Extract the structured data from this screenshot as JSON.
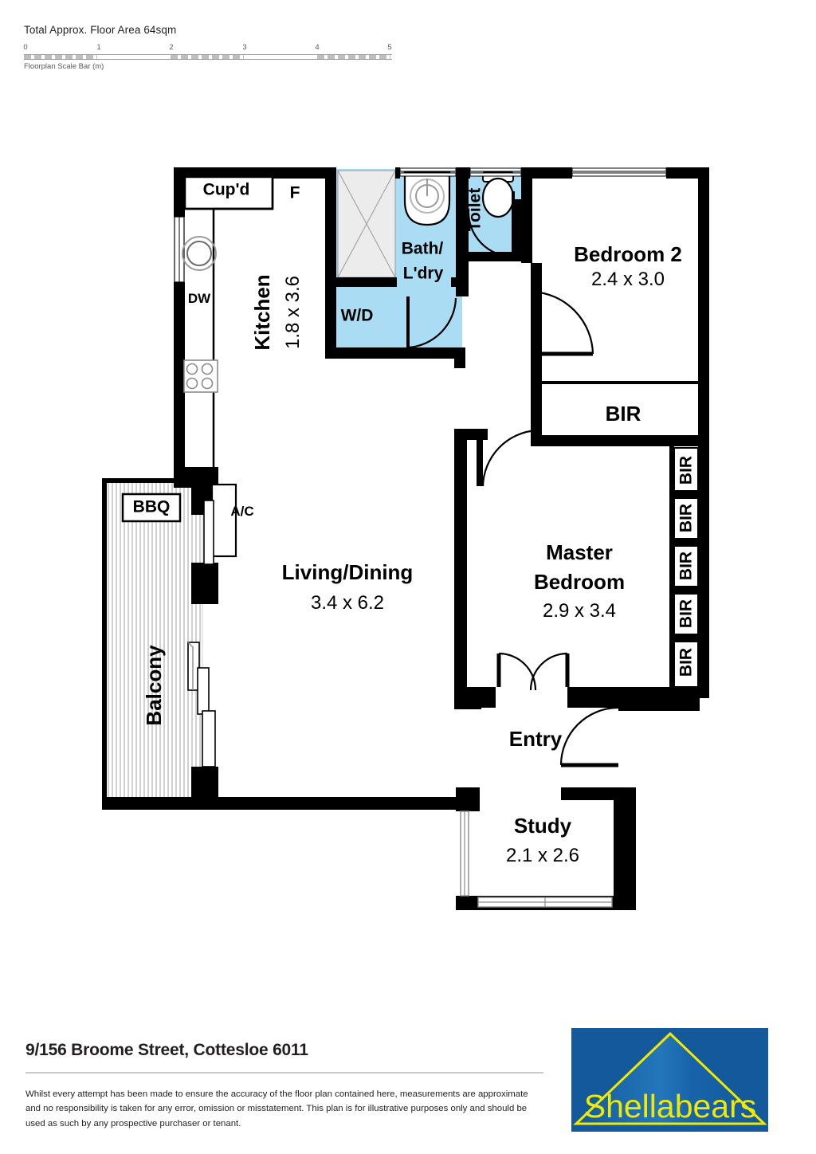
{
  "header": {
    "area_title": "Total Approx. Floor Area 64sqm",
    "scale_caption": "Floorplan Scale Bar (m)",
    "scale_ticks": [
      "0",
      "1",
      "2",
      "3",
      "4",
      "5"
    ]
  },
  "plan": {
    "rooms": [
      {
        "id": "cupboard",
        "name": "Cup'd",
        "dim": ""
      },
      {
        "id": "fridge",
        "name": "F",
        "dim": ""
      },
      {
        "id": "kitchen",
        "name": "Kitchen",
        "dim": "1.8 x 3.6"
      },
      {
        "id": "dishwasher",
        "name": "DW",
        "dim": ""
      },
      {
        "id": "bath",
        "name1": "Bath/",
        "name2": "L'dry",
        "dim": ""
      },
      {
        "id": "washer",
        "name": "W/D",
        "dim": ""
      },
      {
        "id": "toilet",
        "name": "Toilet",
        "dim": ""
      },
      {
        "id": "bedroom2",
        "name": "Bedroom 2",
        "dim": "2.4 x 3.0"
      },
      {
        "id": "bir-top",
        "name": "BIR",
        "dim": ""
      },
      {
        "id": "master",
        "name1": "Master",
        "name2": "Bedroom",
        "dim": "2.9 x 3.4"
      },
      {
        "id": "bir-1",
        "name": "BIR",
        "dim": ""
      },
      {
        "id": "bir-2",
        "name": "BIR",
        "dim": ""
      },
      {
        "id": "bir-3",
        "name": "BIR",
        "dim": ""
      },
      {
        "id": "bir-4",
        "name": "BIR",
        "dim": ""
      },
      {
        "id": "living",
        "name": "Living/Dining",
        "dim": "3.4 x 6.2"
      },
      {
        "id": "balcony",
        "name": "Balcony",
        "dim": ""
      },
      {
        "id": "bbq",
        "name": "BBQ",
        "dim": ""
      },
      {
        "id": "ac",
        "name": "A/C",
        "dim": ""
      },
      {
        "id": "entry",
        "name": "Entry",
        "dim": ""
      },
      {
        "id": "study",
        "name": "Study",
        "dim": "2.1 x 2.6"
      }
    ],
    "colors": {
      "wall": "#000000",
      "wet_area": "#aadcf4",
      "shower": "#ececec",
      "balcony_hatch": "#d8d8d8"
    }
  },
  "footer": {
    "address": "9/156 Broome Street, Cottesloe 6011",
    "disclaimer": "Whilst every attempt has been made to ensure the accuracy of the floor plan contained here, measurements are approximate and no responsibility is taken for any error, omission or misstatement. This plan is for illustrative purposes only and should be used as such by any prospective purchaser or tenant.",
    "logo": {
      "brand": "Shellabears",
      "background": "#14599c",
      "outline": "#f2e900"
    }
  }
}
